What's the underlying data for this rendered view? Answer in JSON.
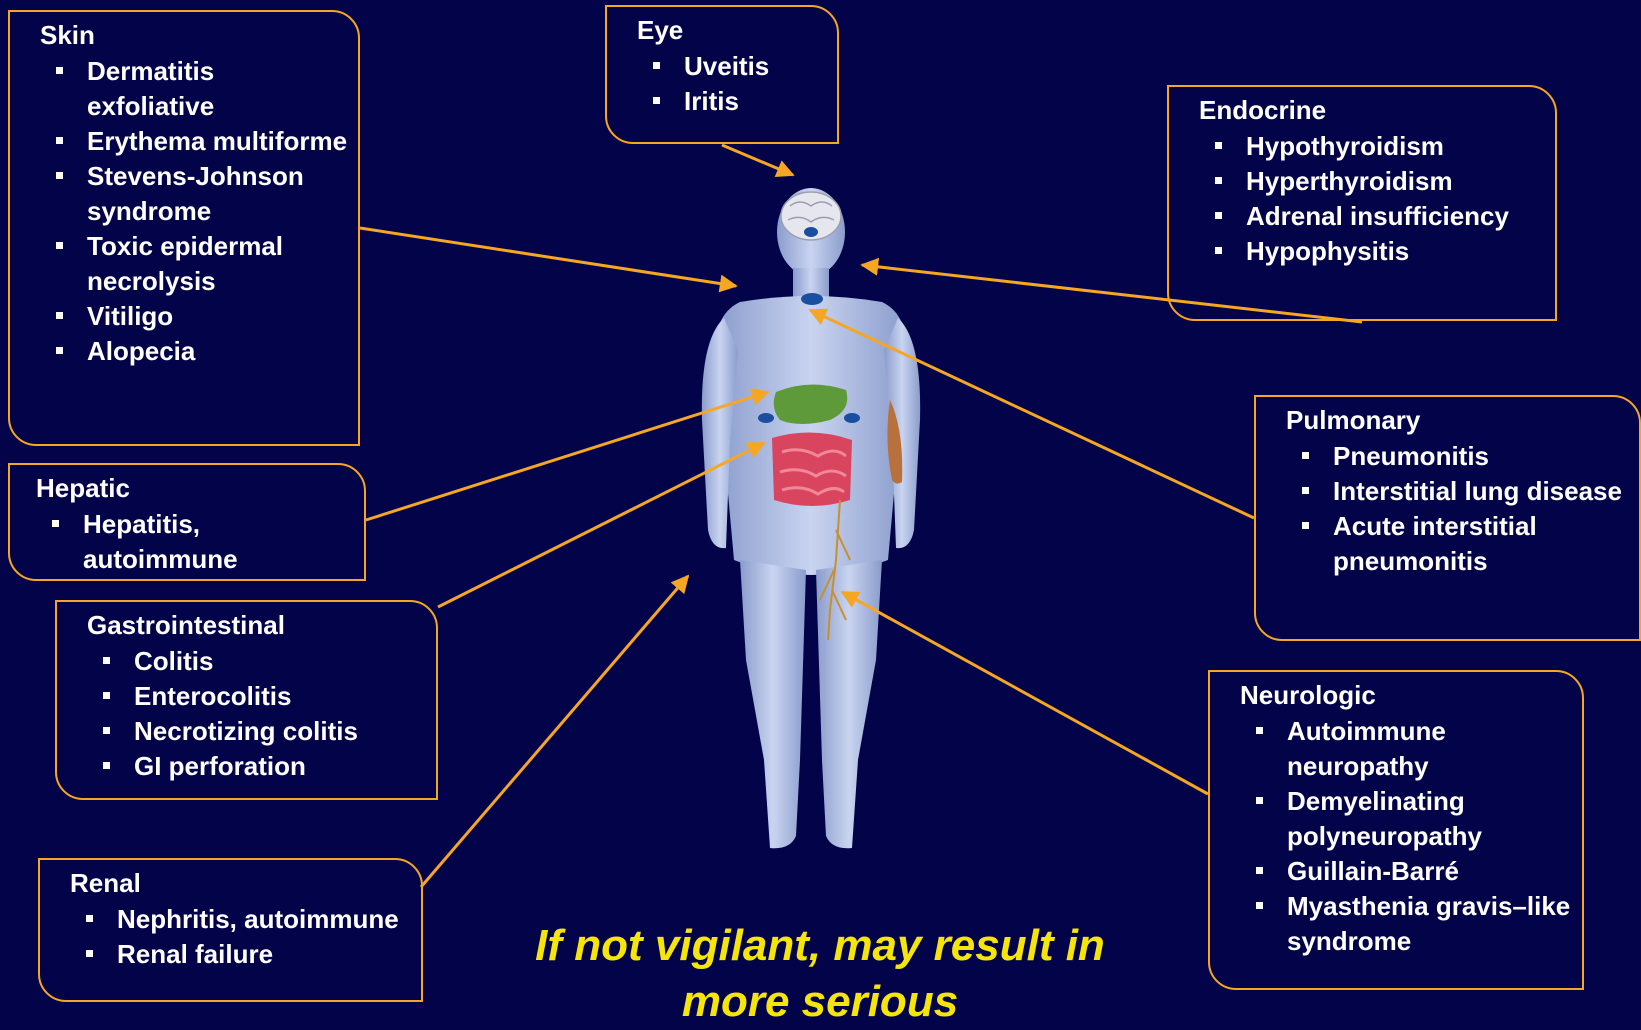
{
  "categories": {
    "skin": {
      "title": "Skin",
      "items": [
        "Dermatitis exfoliative",
        "Erythema multiforme",
        "Stevens-Johnson syndrome",
        "Toxic epidermal necrolysis",
        "Vitiligo",
        "Alopecia"
      ]
    },
    "eye": {
      "title": "Eye",
      "items": [
        "Uveitis",
        "Iritis"
      ]
    },
    "endocrine": {
      "title": "Endocrine",
      "items": [
        "Hypothyroidism",
        "Hyperthyroidism",
        "Adrenal insufficiency",
        "Hypophysitis"
      ]
    },
    "hepatic": {
      "title": "Hepatic",
      "items": [
        "Hepatitis, autoimmune"
      ]
    },
    "gastrointestinal": {
      "title": "Gastrointestinal",
      "items": [
        "Colitis",
        "Enterocolitis",
        "Necrotizing colitis",
        "GI perforation"
      ]
    },
    "pulmonary": {
      "title": "Pulmonary",
      "items": [
        "Pneumonitis",
        "Interstitial lung disease",
        "Acute interstitial pneumonitis"
      ]
    },
    "neurologic": {
      "title": "Neurologic",
      "items": [
        "Autoimmune neuropathy",
        "Demyelinating polyneuropathy",
        "Guillain-Barré",
        "Myasthenia gravis–like syndrome"
      ]
    },
    "renal": {
      "title": "Renal",
      "items": [
        "Nephritis, autoimmune",
        "Renal failure"
      ]
    }
  },
  "caption": "If not vigilant, may result in more serious",
  "colors": {
    "background": "#03034a",
    "accent": "#f5a623",
    "caption": "#f5e50a",
    "body": "#b7c6e8"
  }
}
